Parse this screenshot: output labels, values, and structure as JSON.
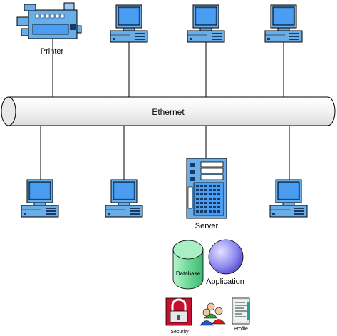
{
  "labels": {
    "printer": "Printer",
    "ethernet": "Ethernet",
    "server": "Server",
    "database": "Database",
    "application": "Application",
    "security": "Security",
    "profile": "Profile"
  },
  "colors": {
    "line": "#000000",
    "pipe_fill": "#f2f2f2",
    "device_blue": "#4a90d9",
    "screen_blue": "#3c8ce0",
    "database_green": "#7cdfa0",
    "application_violet": "#8a85e8",
    "security_red": "#c8102e"
  },
  "icons": {
    "printer": "printer-icon",
    "workstation": "workstation-icon",
    "server": "server-tower-icon",
    "database": "database-cylinder-icon",
    "application": "application-sphere-icon",
    "security": "padlock-icon",
    "users": "user-group-icon",
    "profile": "profile-document-icon"
  }
}
